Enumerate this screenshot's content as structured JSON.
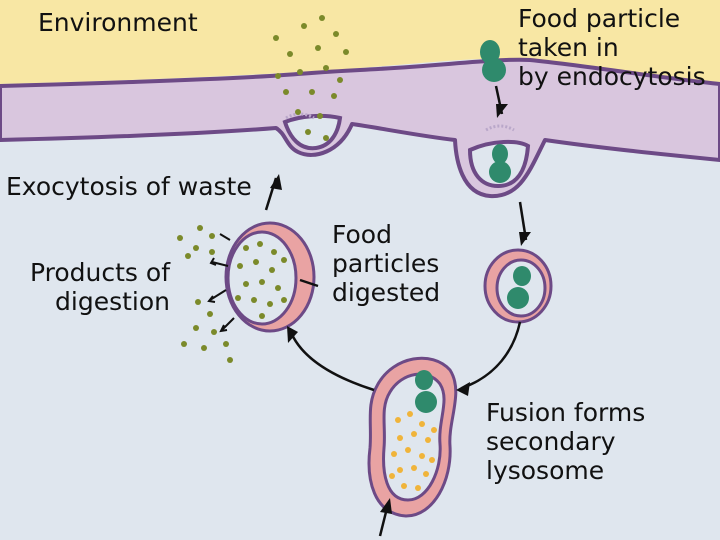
{
  "labels": {
    "environment": "Environment",
    "food_particle": [
      "Food particle",
      "taken in",
      "by endocytosis"
    ],
    "exocytosis": "Exocytosis of waste",
    "products": [
      "Products of",
      "digestion"
    ],
    "digested": [
      "Food",
      "particles",
      "digested"
    ],
    "fusion": [
      "Fusion forms",
      "secondary",
      "lysosome"
    ]
  },
  "colors": {
    "environment": "#f8e7a4",
    "cytoplasm": "#dfe6ee",
    "membrane_fill": "#d9c6de",
    "membrane_stroke": "#6d4a86",
    "lysosome_pink": "#e9a3a3",
    "food_particle": "#2f8a6c",
    "waste_particle": "#7b8a2a",
    "enzyme": "#f0b43a"
  }
}
